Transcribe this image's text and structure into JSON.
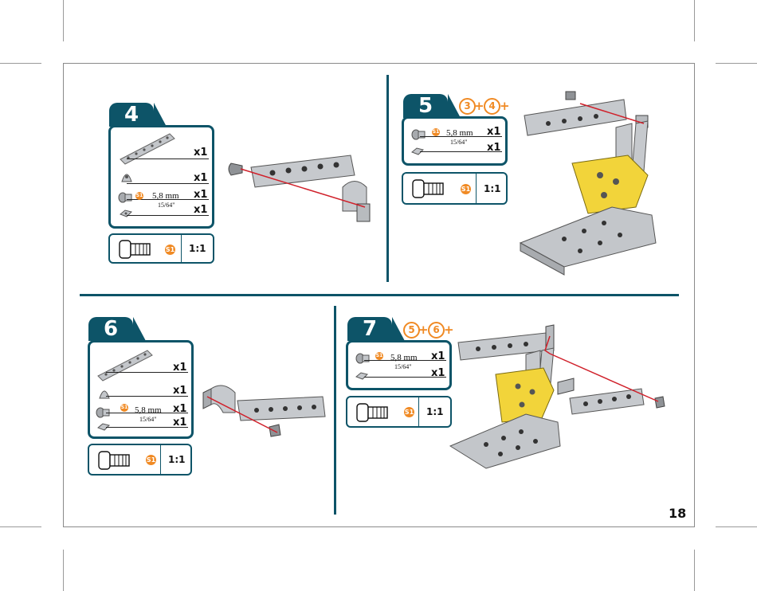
{
  "page_number": "18",
  "colors": {
    "accent": "#0d5468",
    "highlight": "#f08a24",
    "part_yellow": "#f2d43a",
    "metal": "#b9bcc0",
    "wire": "#d0202a"
  },
  "steps": [
    {
      "number": "4",
      "quantities": [
        "x1",
        "x1",
        "x1",
        "x1"
      ],
      "length_mm": "5,8 mm",
      "length_in": "15/64\"",
      "screw_code": "S1",
      "ratio": "1:1"
    },
    {
      "number": "5",
      "combine": [
        "3",
        "4"
      ],
      "quantities": [
        "x1",
        "x1"
      ],
      "length_mm": "5,8 mm",
      "length_in": "15/64\"",
      "screw_code": "S1",
      "ratio": "1:1"
    },
    {
      "number": "6",
      "quantities": [
        "x1",
        "x1",
        "x1",
        "x1"
      ],
      "length_mm": "5,8 mm",
      "length_in": "15/64\"",
      "screw_code": "S1",
      "ratio": "1:1"
    },
    {
      "number": "7",
      "combine": [
        "5",
        "6"
      ],
      "quantities": [
        "x1",
        "x1"
      ],
      "length_mm": "5,8 mm",
      "length_in": "15/64\"",
      "screw_code": "S1",
      "ratio": "1:1"
    }
  ]
}
